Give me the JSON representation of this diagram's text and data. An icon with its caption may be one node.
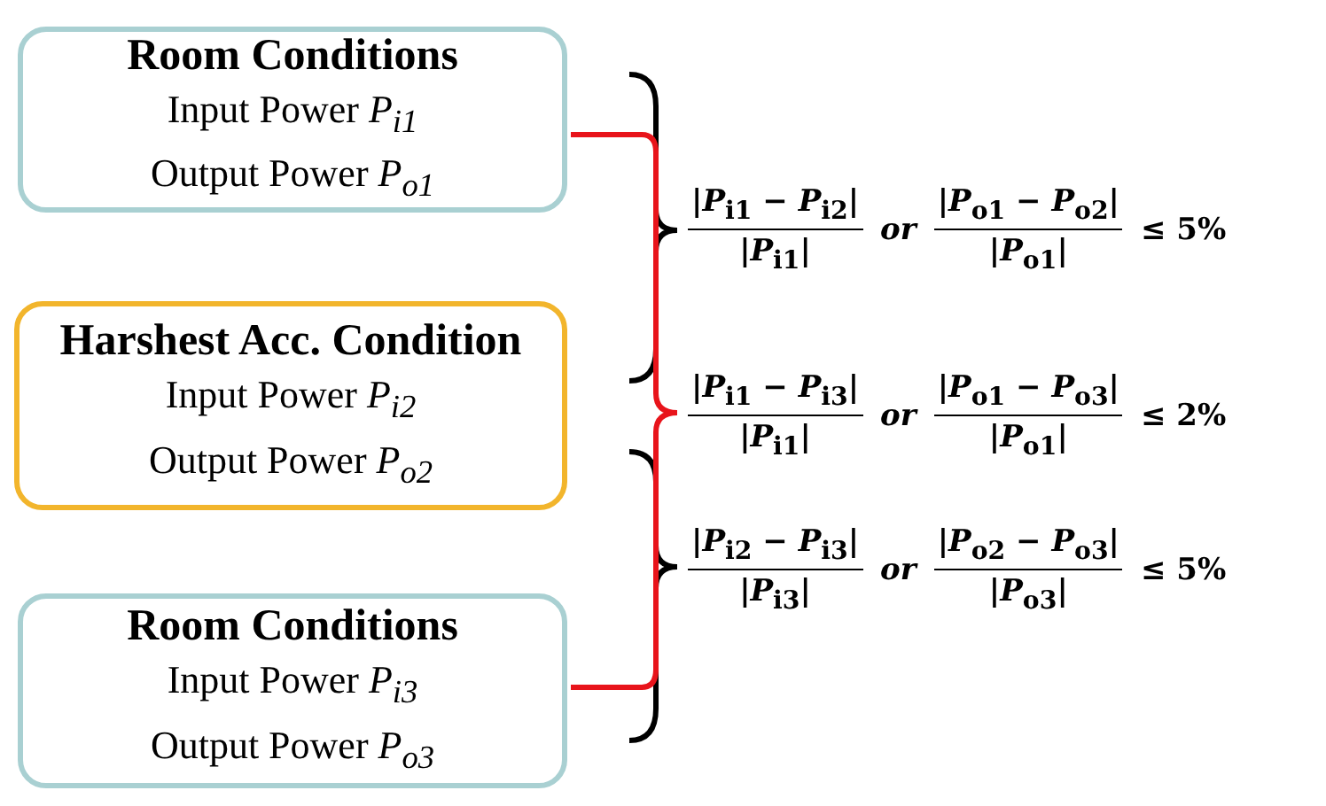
{
  "diagram": {
    "nodes": [
      {
        "text": [
          "Room Conditions",
          "Input Power *P*$_{i1}$",
          "Output Power *P*$_{o1}$"
        ]
      },
      {
        "text": [
          "Harshest Acc. Condition",
          "Input Power *P*$_{i2}$",
          "Output Power *P*$_{o2}$"
        ]
      },
      {
        "text": [
          "Room Conditions",
          "Input Power *P*$_{i3}$",
          "Output Power *P*$_{o3}$"
        ]
      }
    ],
    "labels": [
      "|*P*$_{i1}$ − *P*$_{i2}$|",
      "|*P*$_{i1}$|",
      "*or*",
      "|*P*$_{o1}$ − *P*$_{o2}$|",
      "|*P*$_{o1}$|",
      "≤ 5%",
      "|*P*$_{i1}$ − *P*$_{i3}$|",
      "|*P*$_{i1}$|",
      "*or*",
      "|*P*$_{o1}$ − *P*$_{o3}$|",
      "|*P*$_{o1}$|",
      "≤ 2%",
      "|*P*$_{i2}$ − *P*$_{i3}$|",
      "|*P*$_{i3}$|",
      "*or*",
      "|*P*$_{o2}$ − *P*$_{o3}$|",
      "|*P*$_{o3}$|",
      "≤ 5%"
    ]
  }
}
